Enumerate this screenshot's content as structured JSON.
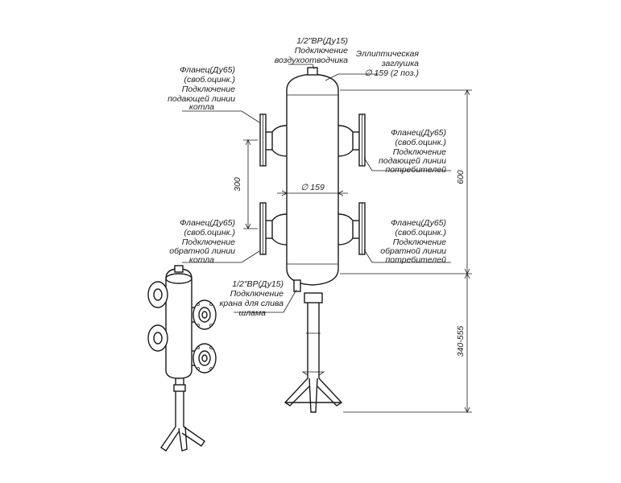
{
  "callouts": {
    "air_vent": [
      "1/2\"ВР(Ду15)",
      "Подключение",
      "воздухоотводчика"
    ],
    "end_cap": [
      "Эллиптическая",
      "заглушка",
      "∅ 159 (2 поз.)"
    ],
    "supply_boiler": [
      "Фланец(Ду65)",
      "(своб.оцинк.)",
      "Подключение",
      "подающей линии",
      "котла"
    ],
    "supply_consumer": [
      "Фланец(Ду65)",
      "(своб.оцинк.)",
      "Подключение",
      "подающей линии",
      "потребителей"
    ],
    "return_boiler": [
      "Фланец(Ду65)",
      "(своб.оцинк.)",
      "Подключение",
      "обратной линии",
      "котла"
    ],
    "return_consumer": [
      "Фланец(Ду65)",
      "(своб.оцинк.)",
      "Подключение",
      "обратной линии",
      "потребителей"
    ],
    "drain": [
      "1/2\"ВР(Ду15)",
      "Подключение",
      "крана для слива",
      "шлама"
    ]
  },
  "dimensions": {
    "flange_spacing": "300",
    "diameter": "∅ 159",
    "body_height": "600",
    "stand_height": "340-555"
  }
}
